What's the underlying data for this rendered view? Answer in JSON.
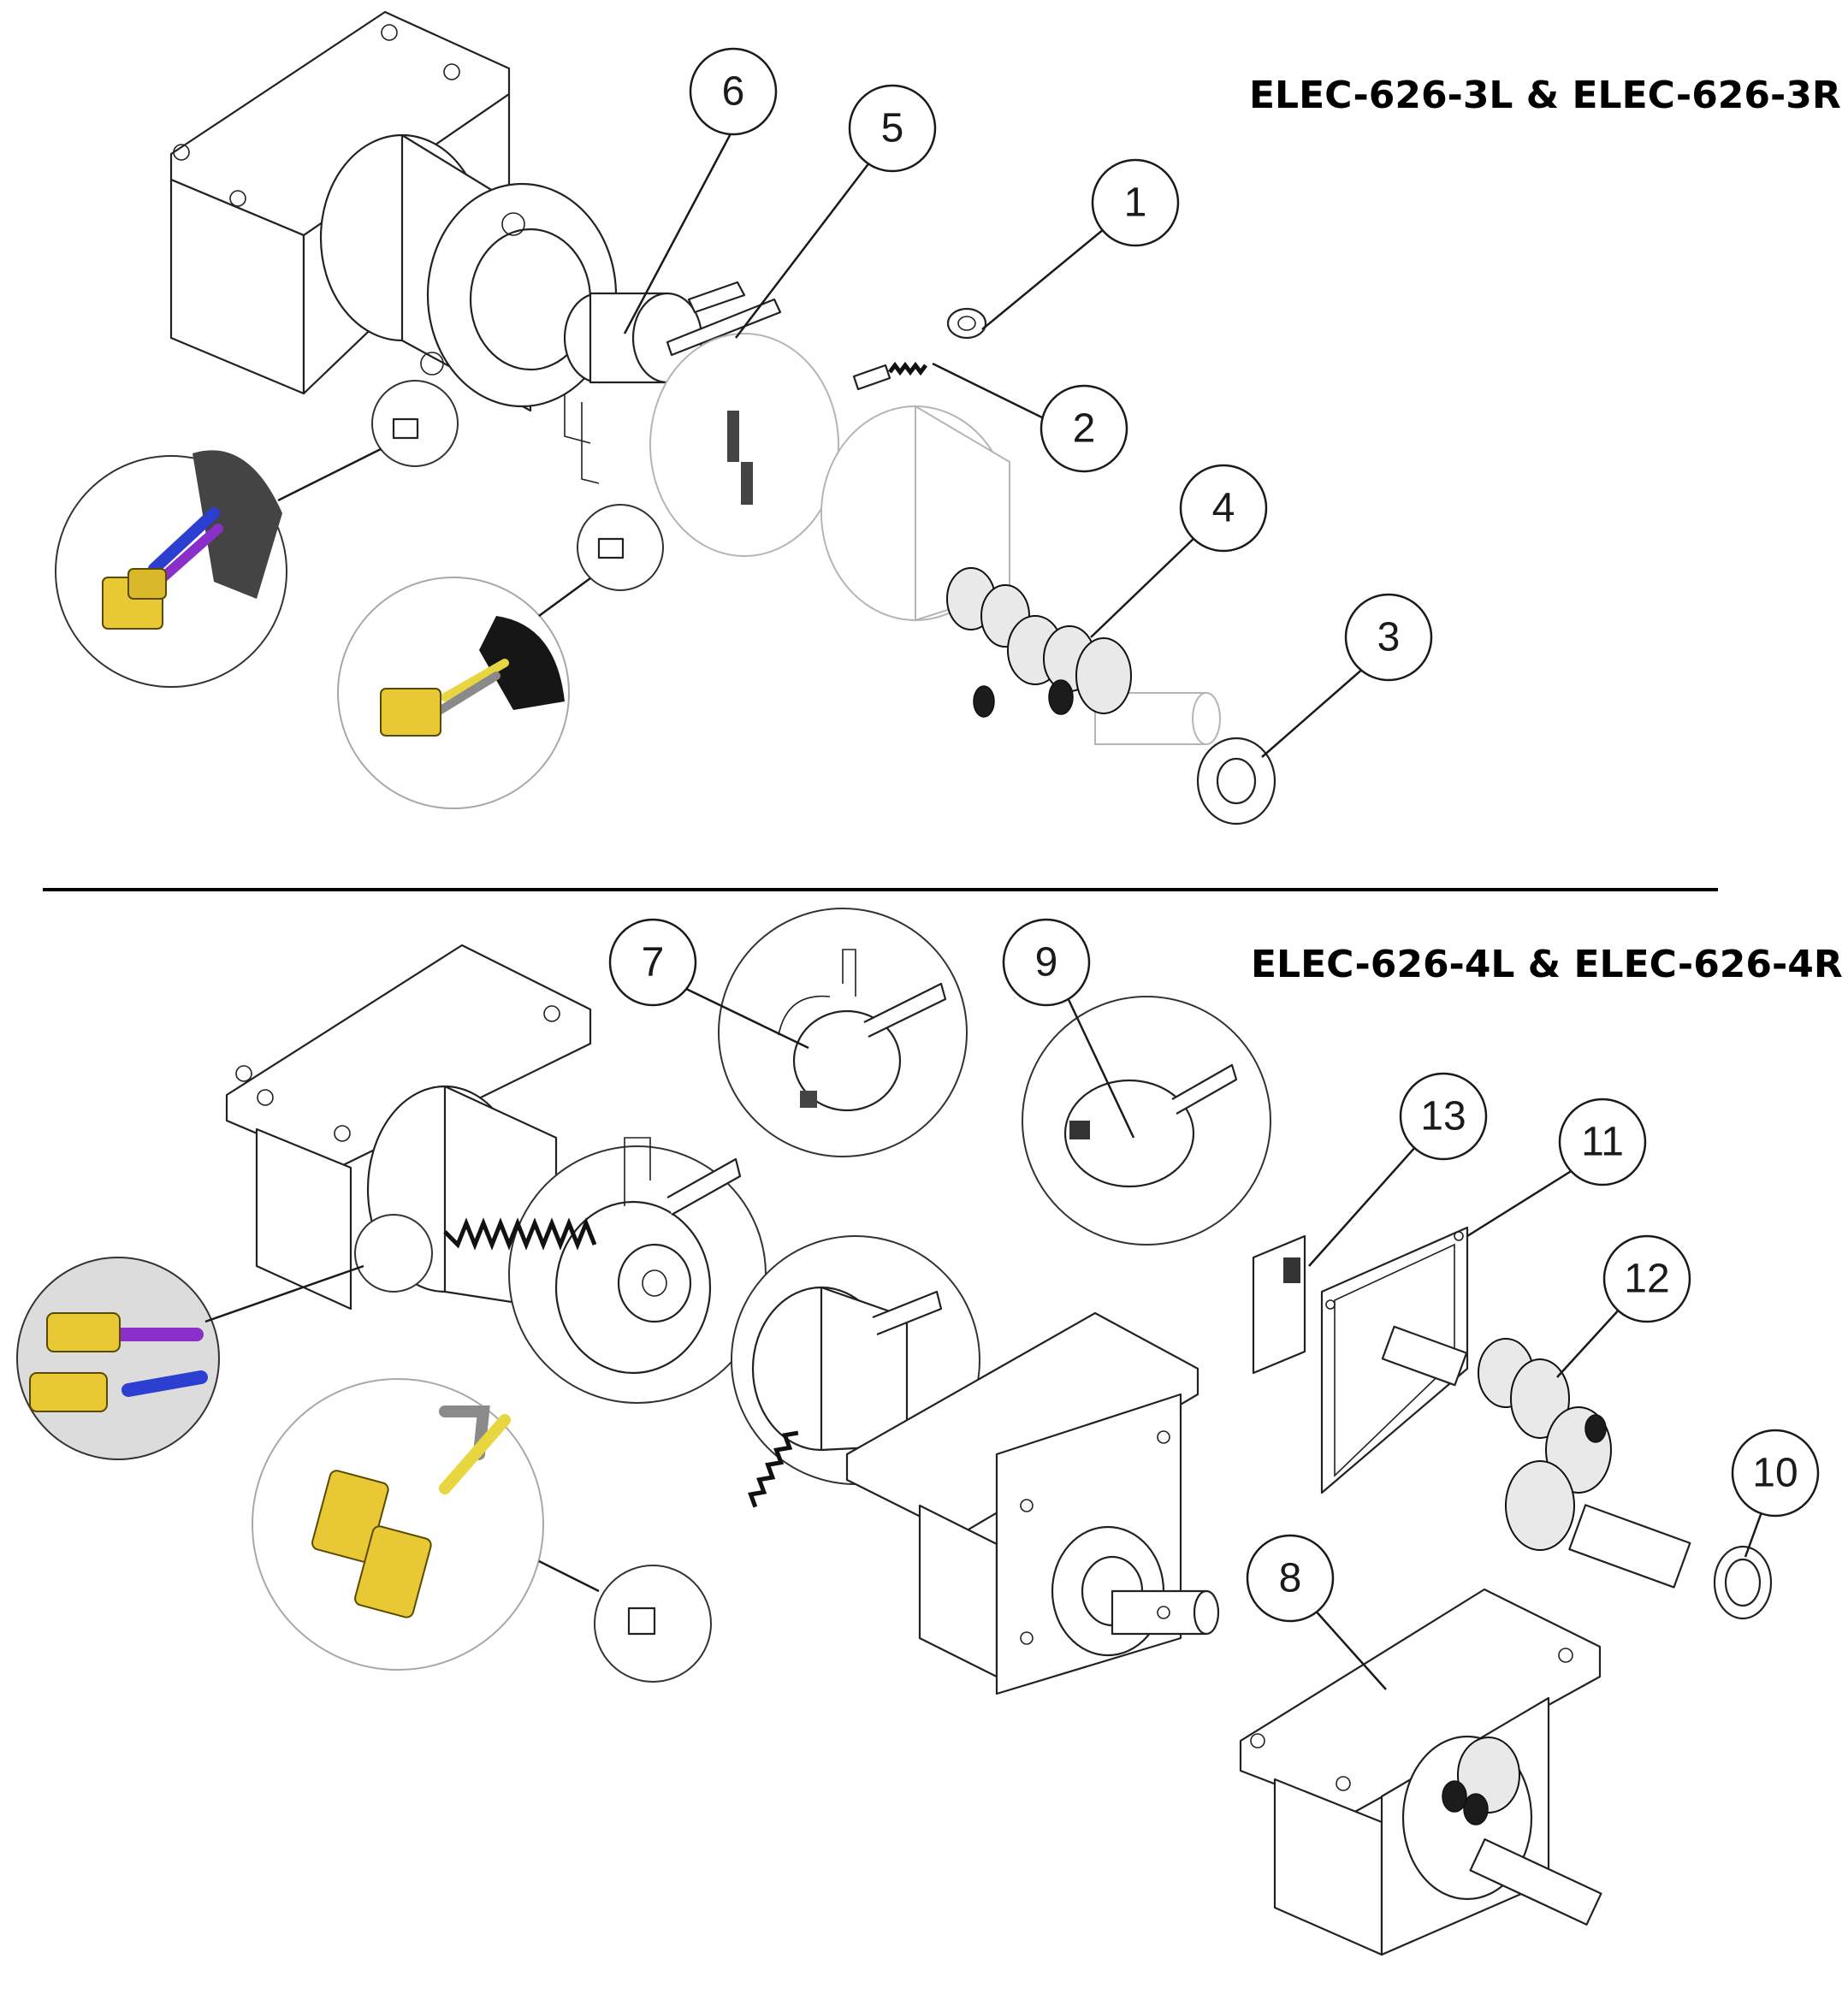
{
  "titles": {
    "top": "ELEC-626-3L & ELEC-626-3R",
    "bottom": "ELEC-626-4L & ELEC-626-4R"
  },
  "callouts": {
    "c1": "1",
    "c2": "2",
    "c3": "3",
    "c4": "4",
    "c5": "5",
    "c6": "6",
    "c7": "7",
    "c8": "8",
    "c9": "9",
    "c10": "10",
    "c11": "11",
    "c12": "12",
    "c13": "13"
  },
  "colors": {
    "line": "#1a1a1a",
    "faint": "#b5b5b5",
    "connector_yellow": "#e8c935",
    "wire_blue": "#2d3fd0",
    "wire_purple": "#8a2fc9",
    "wire_yellow": "#e8d640",
    "wire_grey": "#8a8a8a",
    "insulation_black": "#151515"
  }
}
